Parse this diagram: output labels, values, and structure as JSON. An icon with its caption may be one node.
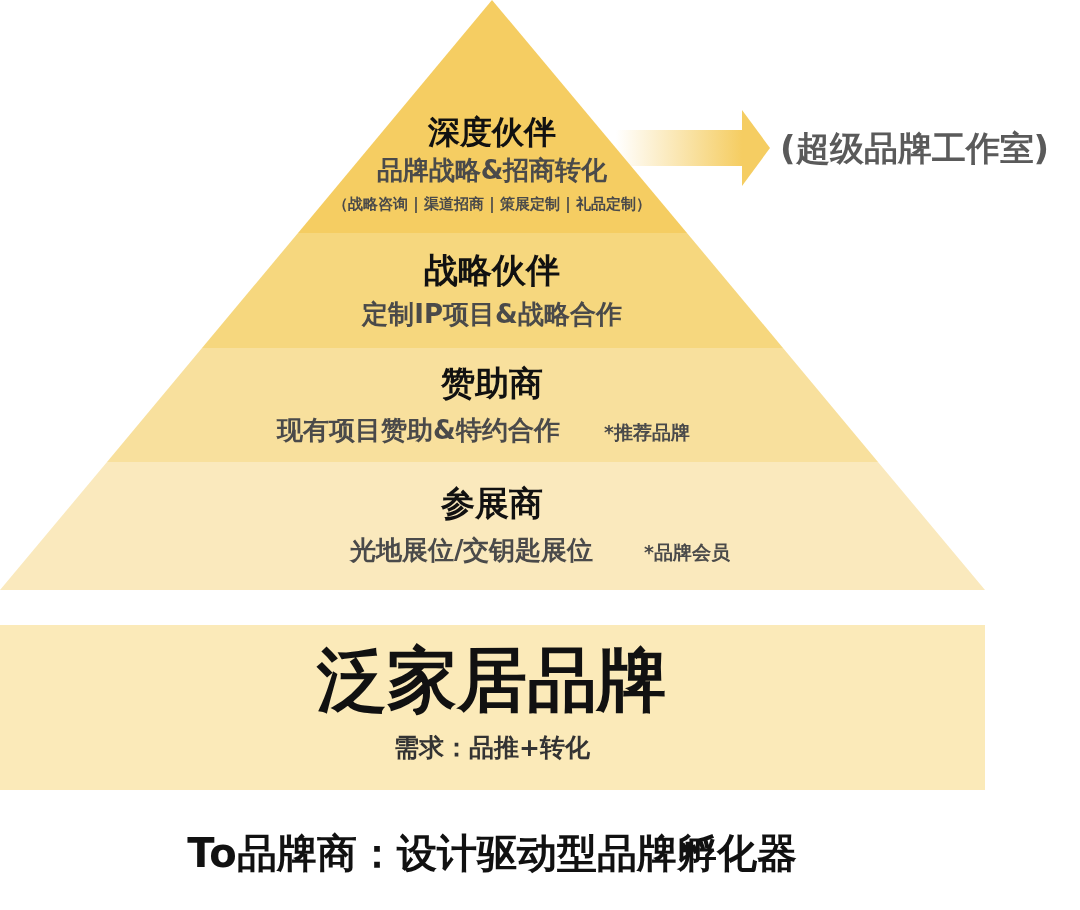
{
  "diagram": {
    "caption": "To品牌商：设计驱动型品牌孵化器",
    "nodes": [
      {
        "text": [
          "深度伙伴",
          "品牌战略&招商转化",
          "（战略咨询 | 渠道招商 | 策展定制 | 礼品定制）"
        ]
      },
      {
        "text": [
          "战略伙伴",
          "定制IP项目&战略合作"
        ]
      },
      {
        "text": [
          "赞助商",
          "现有项目赞助&特约合作",
          "*推荐品牌"
        ]
      },
      {
        "text": [
          "参展商",
          "光地展位/交钥匙展位",
          "*品牌会员"
        ]
      },
      {
        "text": [
          "泛家居品牌",
          "需求：品推+转化"
        ]
      },
      {
        "text": [
          "(超级品牌工作室)"
        ]
      }
    ],
    "edges": [
      {
        "from": 0,
        "to": 5,
        "arrow": "to"
      }
    ]
  }
}
